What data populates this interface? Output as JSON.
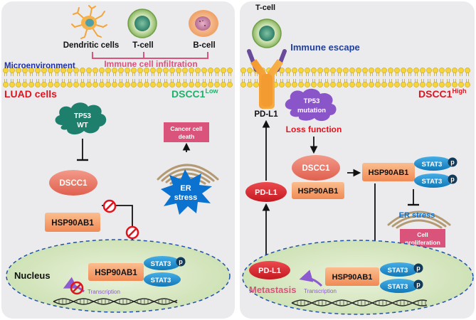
{
  "left": {
    "cells": [
      "Dendritic cells",
      "T-cell",
      "B-cell"
    ],
    "microenvironment": "Microenvironment",
    "infiltration": "Immune cell infiltration",
    "luad": "LUAD cells",
    "dscc1_state": "DSCC1",
    "dscc1_sup": "Low",
    "tp53": [
      "TP53",
      "WT"
    ],
    "cancer_death": [
      "Cancer cell",
      "death"
    ],
    "er_stress": [
      "ER",
      "stress"
    ],
    "dscc1": "DSCC1",
    "hsp": "HSP90AB1",
    "nucleus": "Nucleus",
    "hsp_nuc": "HSP90AB1",
    "stat3_a": "STAT3",
    "stat3_b": "STAT3",
    "p": "p",
    "transcription": "Transcription"
  },
  "right": {
    "tcell": "T-cell",
    "immune_escape": "Immune escape",
    "pdl1_top": "PD-L1",
    "dscc1_state": "DSCC1",
    "dscc1_sup": "High",
    "tp53": [
      "TP53",
      "mutation"
    ],
    "loss": "Loss function",
    "dscc1": "DSCC1",
    "hsp": "HSP90AB1",
    "pdl1_mid": "PD-L1",
    "hsp_r": "HSP90AB1",
    "stat3_a": "STAT3",
    "stat3_b": "STAT3",
    "er_stress": "ER stress",
    "prolif": [
      "Cell",
      "proliferation"
    ],
    "pdl1_nuc": "PD-L1",
    "metastasis": "Metastasis",
    "transcription": "Transcription",
    "hsp_nuc": "HSP90AB1",
    "stat3_c": "STAT3",
    "stat3_d": "STAT3",
    "p": "p"
  },
  "colors": {
    "panel": "#ebebee",
    "membrane_head": "#f5d53a",
    "green_text": "#1fb06a",
    "red_text": "#e0141e",
    "blue_text": "#1f3f9a",
    "teal_cloud": "#1e7f6c",
    "purple_cloud": "#8a55c8",
    "salmon": "#ec7d6a",
    "orange_box": "#f49466",
    "stat3_blue": "#1989c9",
    "nucleus": "#dbe9c7",
    "pink_box": "#d9537a",
    "er_blue": "#0b72cf",
    "pdl1_red": "#d9252e"
  }
}
